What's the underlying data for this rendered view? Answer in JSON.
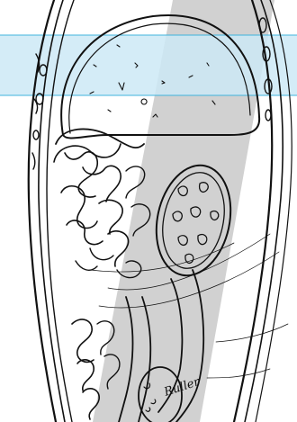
{
  "illustration": {
    "palette": {
      "background": "#ffffff",
      "ink": "#111111",
      "horizontal_band_fill": "#cde9f6",
      "horizontal_band_edge": "#3fb3dc",
      "oblique_band_fill": "#c9c9c9"
    },
    "bands": {
      "horizontal": "horizontal-scan-band",
      "oblique": "oblique-scan-band"
    },
    "signature": "Ruller"
  }
}
